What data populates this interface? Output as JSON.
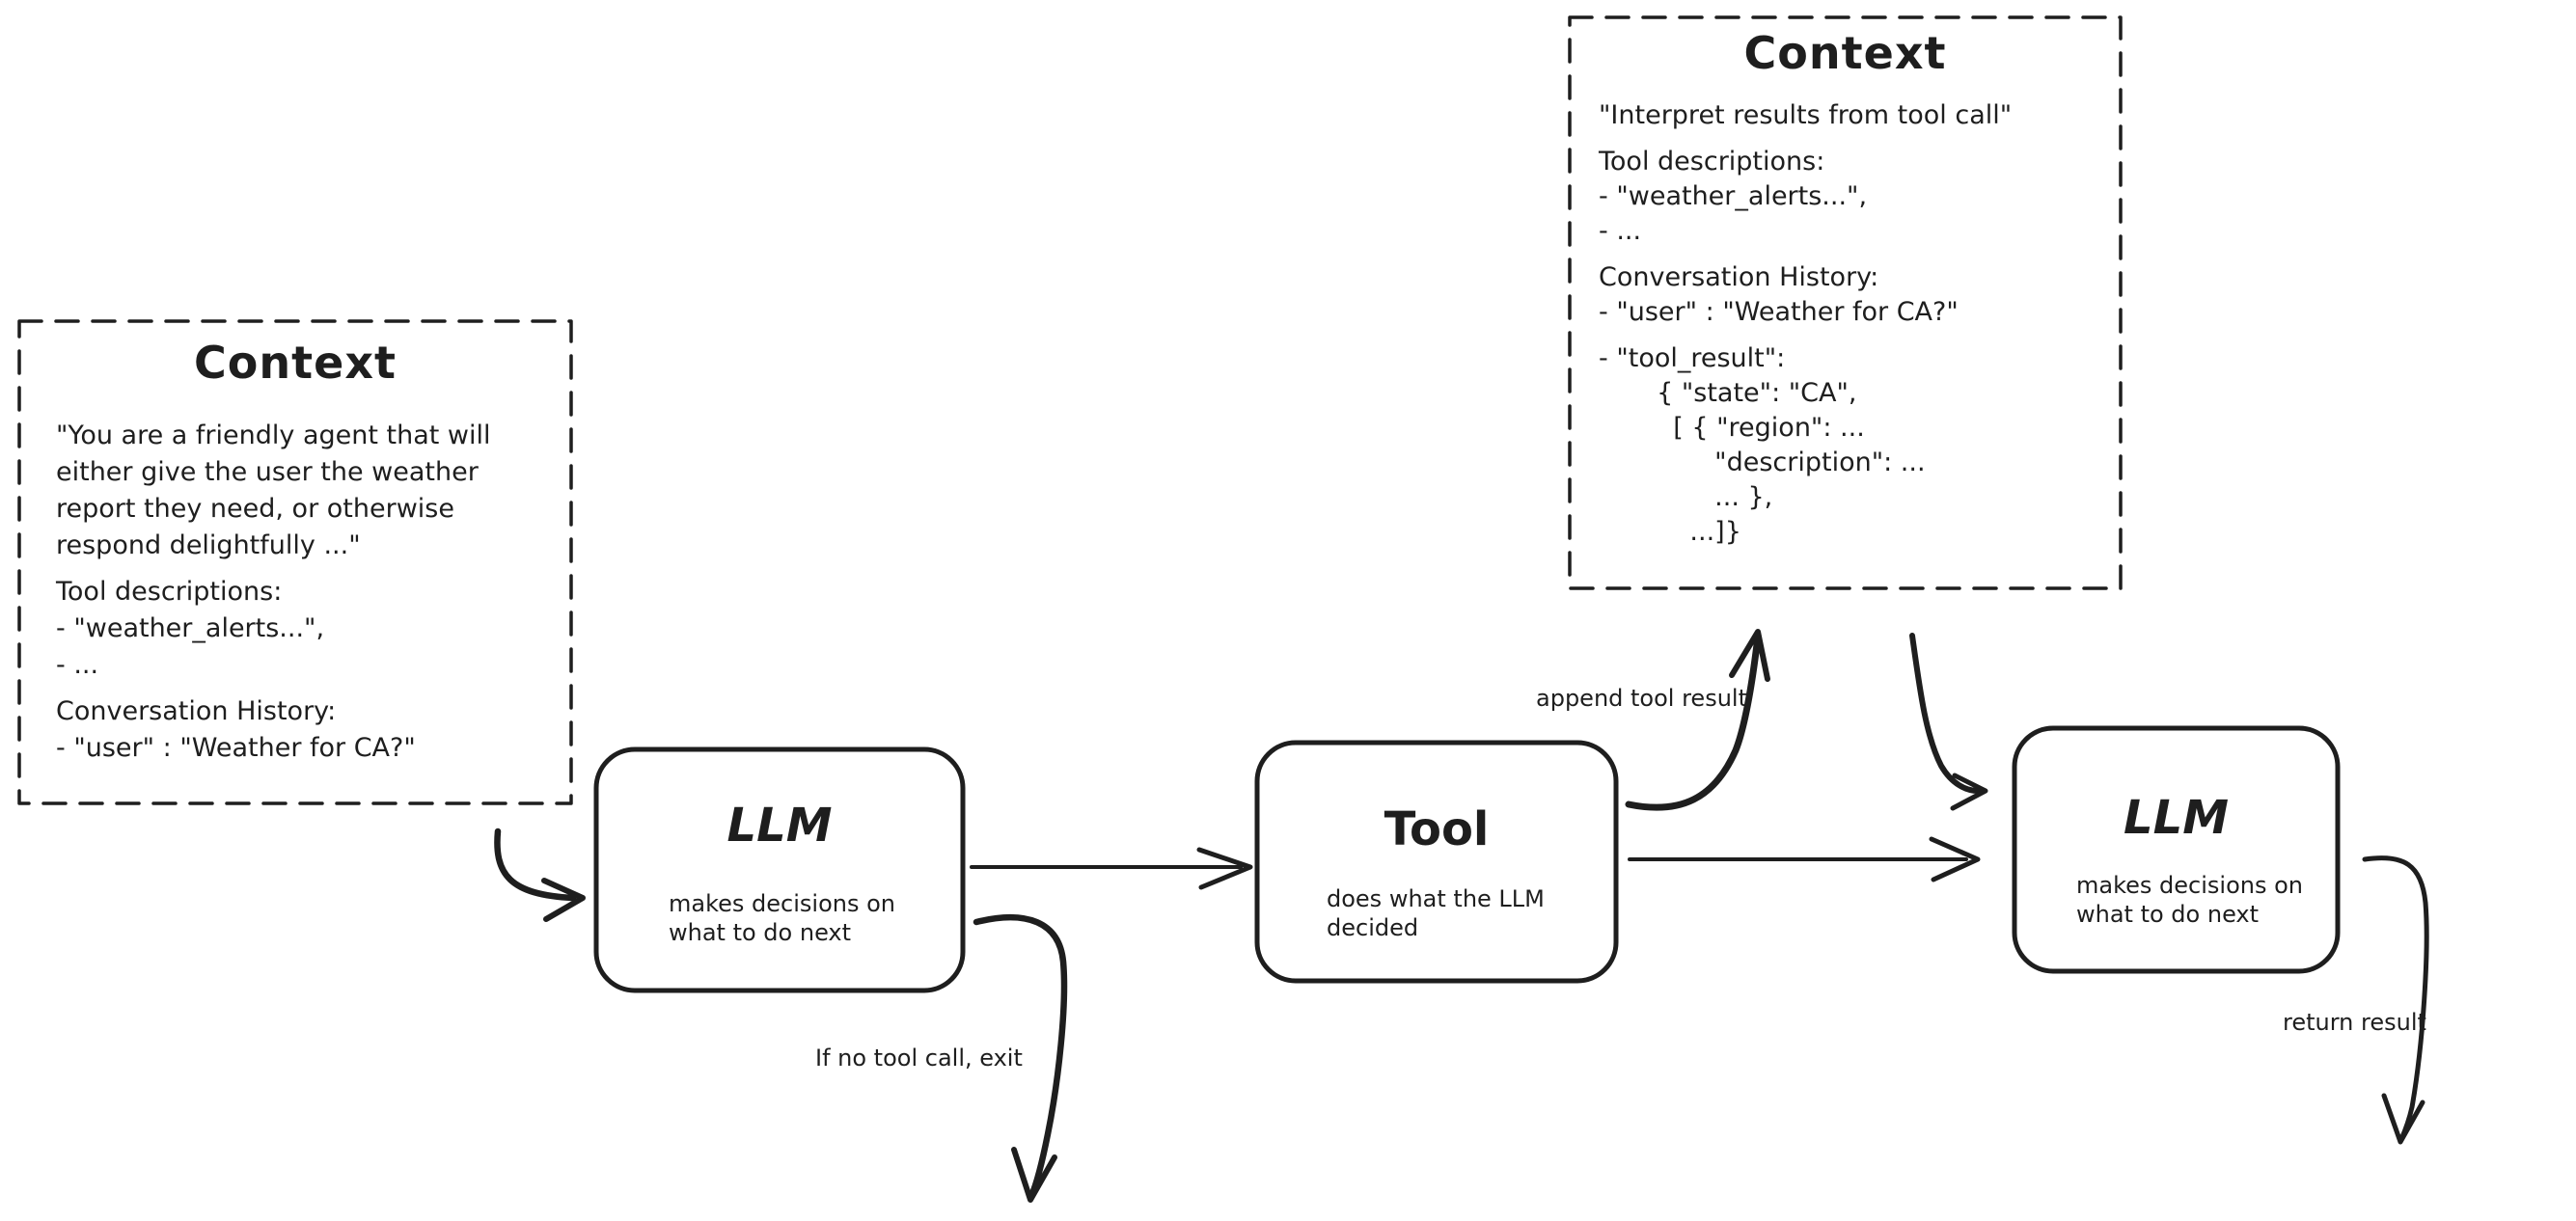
{
  "colors": {
    "ink": "#1e1e1e",
    "background": "#ffffff"
  },
  "context_left": {
    "title": "Context",
    "paragraphs": {
      "system_prompt": "\"You are a friendly agent that will\neither give the user the weather\nreport they need, or otherwise\nrespond delightfully ...\"",
      "tool_descriptions": "Tool descriptions:\n- \"weather_alerts...\",\n- ...",
      "conversation_history": "Conversation History:\n- \"user\" : \"Weather for CA?\""
    }
  },
  "context_top": {
    "title": "Context",
    "paragraphs": {
      "instruction": "\"Interpret results from tool call\"",
      "tool_descriptions": "Tool descriptions:\n- \"weather_alerts...\",\n- ...",
      "conversation_history": "Conversation History:\n- \"user\" : \"Weather for CA?\"",
      "tool_result": "- \"tool_result\":\n       { \"state\": \"CA\",\n         [ { \"region\": ...\n              \"description\": ...\n              ... },\n           ...]}"
    }
  },
  "nodes": {
    "llm_first": {
      "title": "LLM",
      "subtitle": "makes decisions on\nwhat to do next"
    },
    "tool": {
      "title": "Tool",
      "subtitle": "does what the LLM\ndecided"
    },
    "llm_second": {
      "title": "LLM",
      "subtitle": "makes decisions on\nwhat to do next"
    }
  },
  "edge_labels": {
    "append_tool_result": "append tool result",
    "if_no_tool_call_exit": "If no tool call, exit",
    "return_result": "return result"
  }
}
